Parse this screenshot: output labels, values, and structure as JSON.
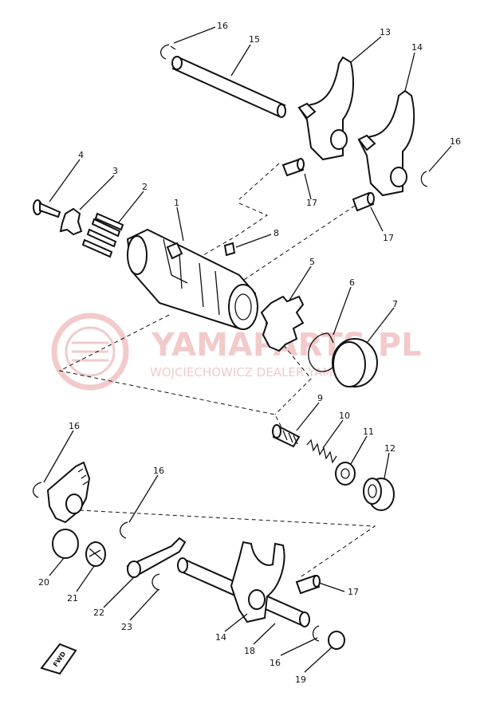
{
  "watermark": {
    "brand": "YAMAPARTS.PL",
    "tagline": "WOJCIECHOWICZ   DEALER YAMAHA",
    "color": "#e8a0a0"
  },
  "callouts": [
    {
      "id": "c16a",
      "text": "16"
    },
    {
      "id": "c15",
      "text": "15"
    },
    {
      "id": "c13",
      "text": "13"
    },
    {
      "id": "c14a",
      "text": "14"
    },
    {
      "id": "c16b",
      "text": "16"
    },
    {
      "id": "c4",
      "text": "4"
    },
    {
      "id": "c3",
      "text": "3"
    },
    {
      "id": "c2",
      "text": "2"
    },
    {
      "id": "c1",
      "text": "1"
    },
    {
      "id": "c17a",
      "text": "17"
    },
    {
      "id": "c17b",
      "text": "17"
    },
    {
      "id": "c8",
      "text": "8"
    },
    {
      "id": "c5",
      "text": "5"
    },
    {
      "id": "c6",
      "text": "6"
    },
    {
      "id": "c7",
      "text": "7"
    },
    {
      "id": "c9",
      "text": "9"
    },
    {
      "id": "c10",
      "text": "10"
    },
    {
      "id": "c11",
      "text": "11"
    },
    {
      "id": "c12",
      "text": "12"
    },
    {
      "id": "c16c",
      "text": "16"
    },
    {
      "id": "c16d",
      "text": "16"
    },
    {
      "id": "c20",
      "text": "20"
    },
    {
      "id": "c21",
      "text": "21"
    },
    {
      "id": "c22",
      "text": "22"
    },
    {
      "id": "c23",
      "text": "23"
    },
    {
      "id": "c17c",
      "text": "17"
    },
    {
      "id": "c14b",
      "text": "14"
    },
    {
      "id": "c18",
      "text": "18"
    },
    {
      "id": "c16e",
      "text": "16"
    },
    {
      "id": "c19",
      "text": "19"
    }
  ],
  "fwd_label": "FWD"
}
